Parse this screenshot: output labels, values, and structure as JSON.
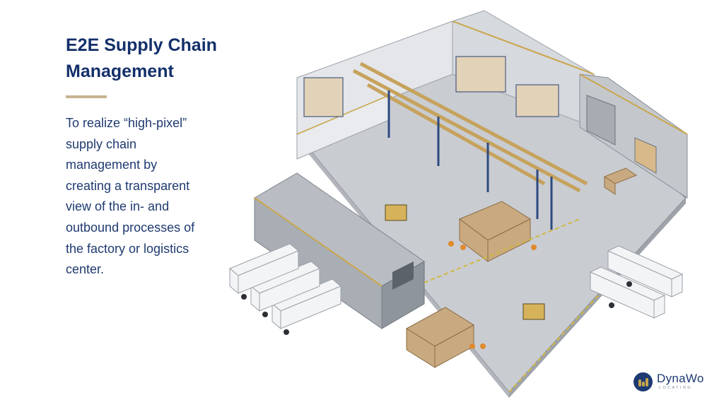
{
  "slide": {
    "title_line1": "E2E Supply Chain",
    "title_line2": "Management",
    "body_lines": [
      "To realize “high-pixel”",
      "supply chain",
      "management by",
      "creating a transparent",
      "view of the in- and",
      "outbound processes of",
      "the factory or logistics",
      "center."
    ]
  },
  "logo": {
    "name": "DynaWo",
    "tagline": "LOCATING"
  },
  "colors": {
    "title": "#14306b",
    "body": "#1f3a70",
    "accent": "#c7b48f",
    "logo_blue": "#1d3a72",
    "logo_gold": "#c7a64a"
  }
}
